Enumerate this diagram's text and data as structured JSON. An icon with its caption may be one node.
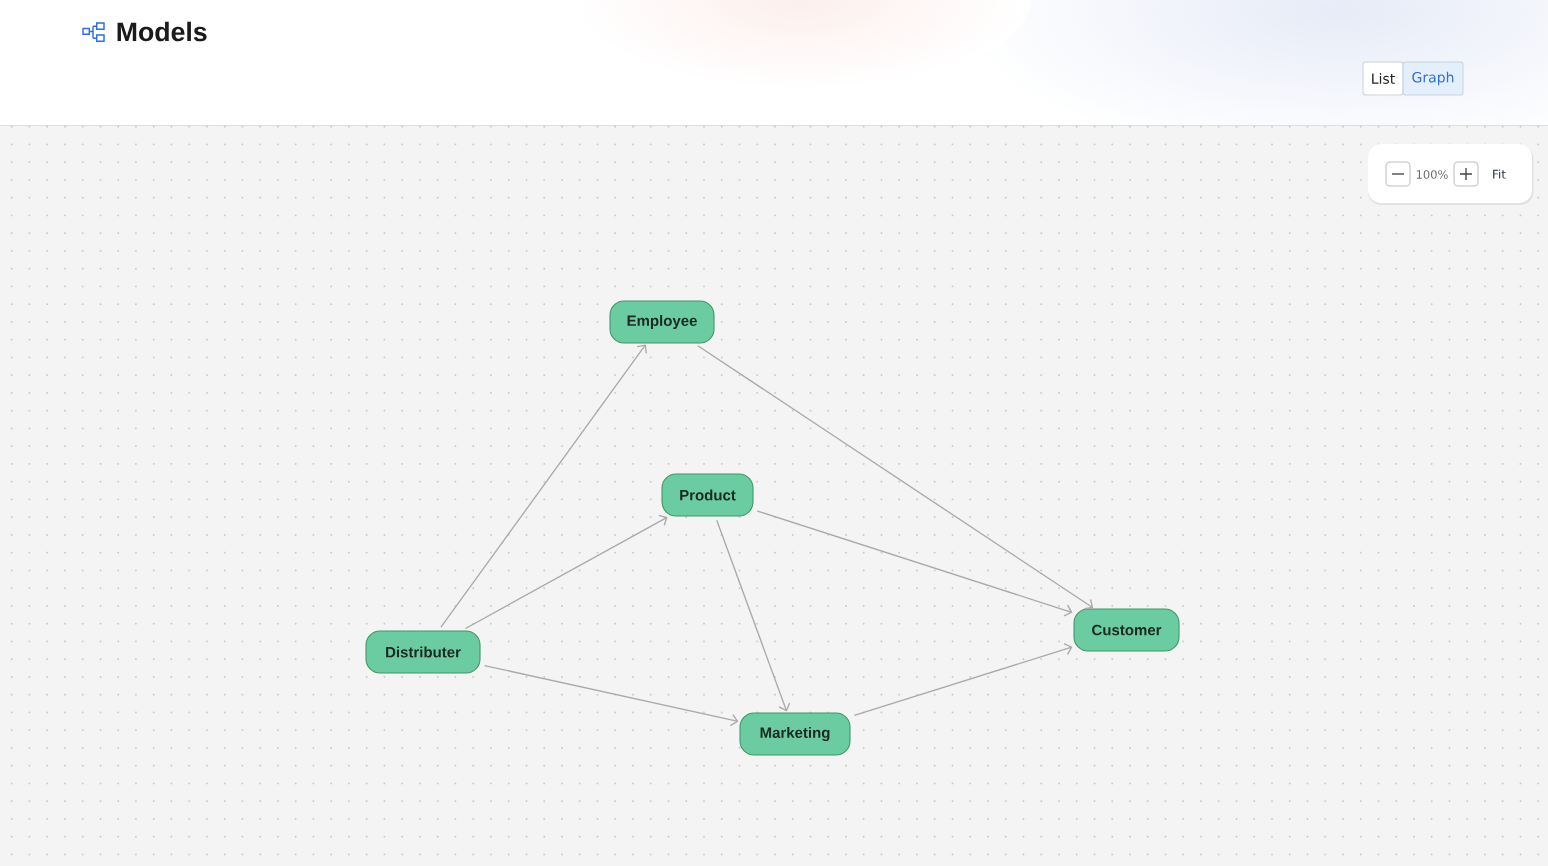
{
  "diagram": {
    "title": "Models",
    "nodes": [
      {
        "text": [
          "Employee"
        ]
      },
      {
        "text": [
          "Product"
        ]
      },
      {
        "text": [
          "Distributer"
        ]
      },
      {
        "text": [
          "Customer"
        ]
      },
      {
        "text": [
          "Marketing"
        ]
      }
    ],
    "edges": [
      {
        "from": 2,
        "to": 0,
        "arrow": "to"
      },
      {
        "from": 2,
        "to": 1,
        "arrow": "to"
      },
      {
        "from": 0,
        "to": 3,
        "arrow": "to"
      },
      {
        "from": 1,
        "to": 3,
        "arrow": "to"
      },
      {
        "from": 1,
        "to": 4,
        "arrow": "to"
      },
      {
        "from": 2,
        "to": 4,
        "arrow": "to"
      },
      {
        "from": 4,
        "to": 3,
        "arrow": "to"
      }
    ],
    "labels": [
      "List",
      "Graph",
      "100%",
      "Fit"
    ]
  }
}
